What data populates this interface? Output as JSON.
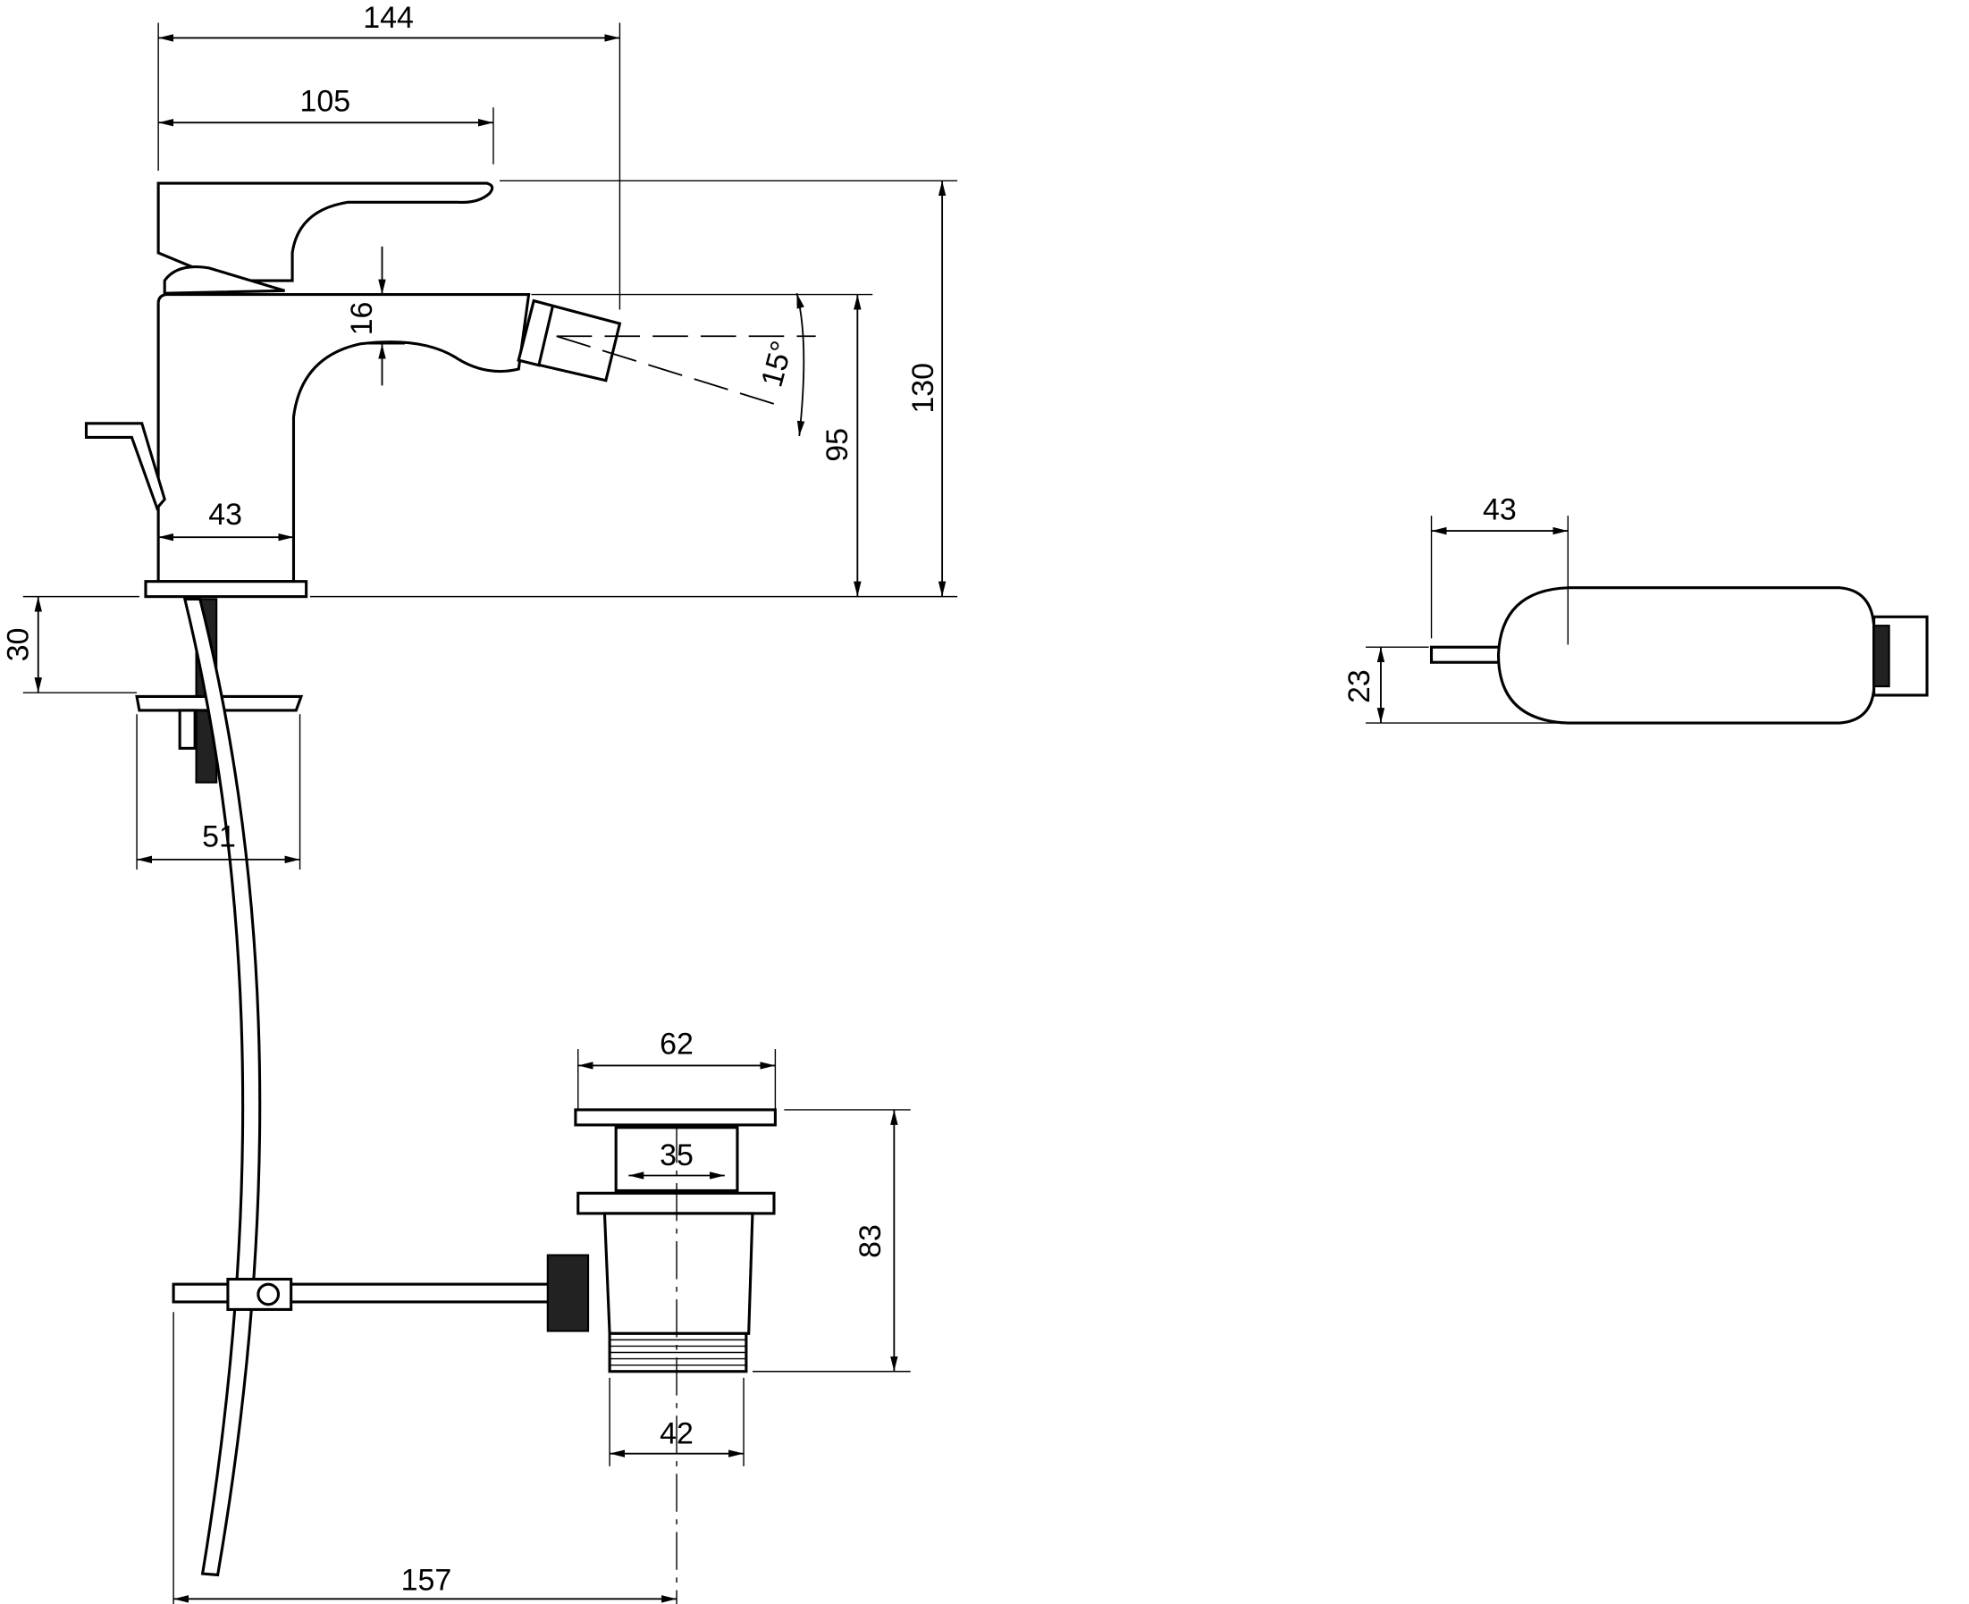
{
  "drawing": {
    "dimensions": {
      "overall_length": "144",
      "handle_length": "105",
      "spout_height_gap": "16",
      "spray_angle": "15°",
      "overall_height": "130",
      "spout_height": "95",
      "body_width": "43",
      "mounting_depth": "30",
      "plate_width": "51",
      "waste_cap_diameter": "62",
      "waste_inner_diameter": "35",
      "waste_height": "83",
      "waste_thread_diameter": "42",
      "rod_length": "157",
      "top_view_width": "43",
      "top_view_lever_offset": "23"
    }
  }
}
